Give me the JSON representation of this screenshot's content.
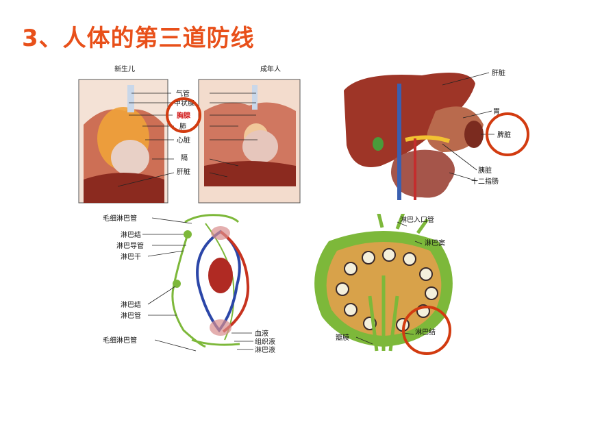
{
  "slide": {
    "title": "3、人体的第三道防线"
  },
  "thymus_panel": {
    "caption_newborn": "新生儿",
    "caption_adult": "成年人",
    "labels": [
      "气管",
      "甲状腺",
      "胸腺",
      "肺",
      "心脏",
      "隔",
      "肝脏"
    ],
    "highlight": "胸腺"
  },
  "spleen_panel": {
    "labels": [
      "肝脏",
      "胃",
      "脾脏",
      "胰脏",
      "十二指肠"
    ],
    "highlight": "脾脏"
  },
  "lymph_system_panel": {
    "labels_left": [
      "毛细淋巴管",
      "淋巴结",
      "淋巴导管",
      "淋巴干",
      "淋巴结",
      "淋巴管",
      "毛细淋巴管"
    ],
    "labels_right": [
      "血液",
      "组织液",
      "淋巴液"
    ]
  },
  "lymph_node_panel": {
    "labels": [
      "淋巴入口管",
      "淋巴窦",
      "淋巴结",
      "瓣膜"
    ],
    "highlight": "淋巴结"
  },
  "colors": {
    "title": "#e8501a",
    "highlight_ring": "#d23b10",
    "organ_red": "#a83a2c",
    "lymph_green": "#7db83a"
  }
}
